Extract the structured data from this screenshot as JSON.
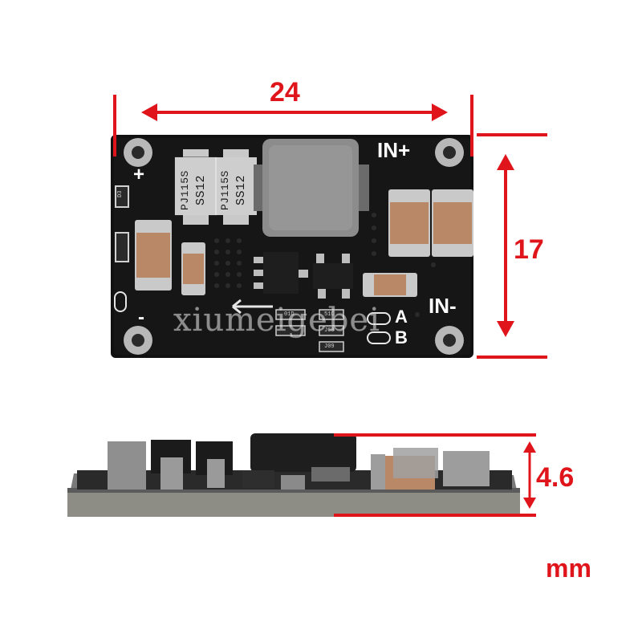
{
  "dimensions": {
    "width_label": "24",
    "height_label": "17",
    "thickness_label": "4.6",
    "unit_label": "mm"
  },
  "board": {
    "in_plus": "IN+",
    "in_minus": "IN-",
    "out_plus": "+",
    "out_minus": "-",
    "jumper_a": "A",
    "jumper_b": "B",
    "diode1_line1": "PJ115S",
    "diode1_line2": "SS12",
    "diode2_line1": "PJ115S",
    "diode2_line2": "SS12",
    "smd_codes": [
      "D3",
      "01D",
      "51C",
      "J68",
      "J09"
    ]
  },
  "watermark": "xiumeigebei",
  "colors": {
    "dimension_red": "#e0141b",
    "pcb_black": "#111111",
    "inductor_gray": "#8c8c8c",
    "capacitor_tan": "#b98866"
  }
}
